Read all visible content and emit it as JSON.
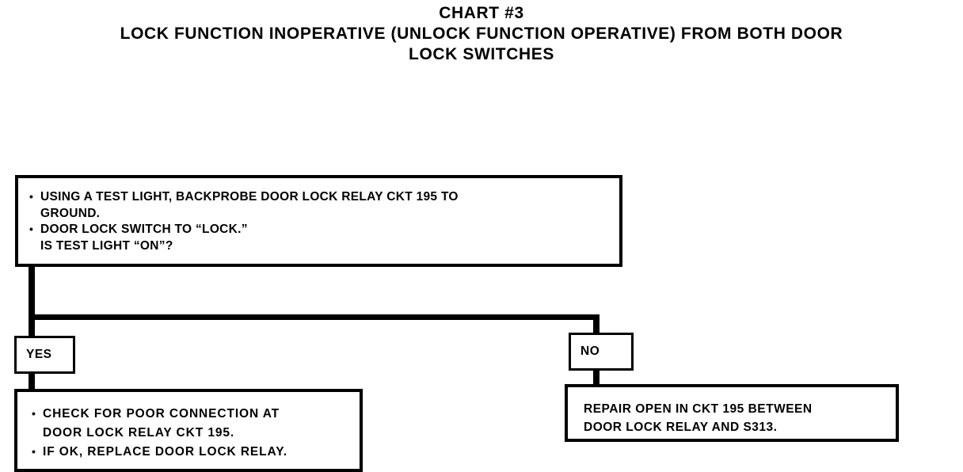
{
  "title": {
    "line1": "CHART #3",
    "line2": "LOCK FUNCTION INOPERATIVE (UNLOCK FUNCTION OPERATIVE) FROM BOTH DOOR",
    "line3": "LOCK SWITCHES"
  },
  "question_box": {
    "bullet1_line1": "USING A TEST LIGHT, BACKPROBE DOOR LOCK RELAY CKT 195 TO",
    "bullet1_line2": "GROUND.",
    "bullet2_line1": "DOOR LOCK SWITCH TO “LOCK.”",
    "bullet2_line2": "IS TEST LIGHT “ON”?"
  },
  "branches": {
    "yes_label": "YES",
    "no_label": "NO"
  },
  "yes_result": {
    "bullet1_line1": "CHECK FOR POOR CONNECTION AT",
    "bullet1_line2": "DOOR LOCK RELAY CKT 195.",
    "bullet2_line1": "IF OK, REPLACE DOOR LOCK RELAY."
  },
  "no_result": {
    "line1": "REPAIR OPEN IN CKT 195 BETWEEN",
    "line2": "DOOR LOCK RELAY AND S313."
  },
  "colors": {
    "ink": "#000000",
    "paper": "#ffffff"
  }
}
